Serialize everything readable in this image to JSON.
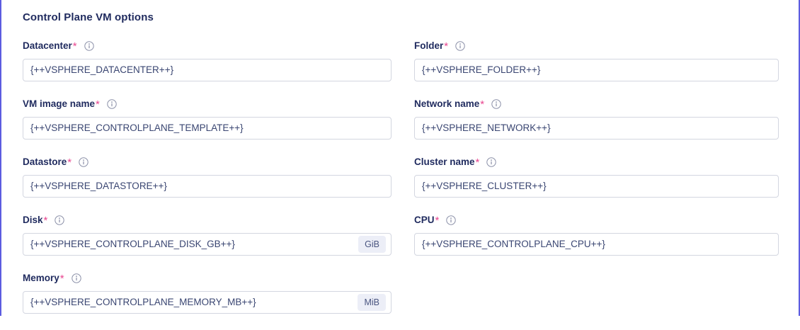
{
  "section": {
    "title": "Control Plane VM options",
    "accent_color": "#5c5ce0",
    "label_color": "#1f2a5e",
    "required_marker_color": "#e8468f",
    "input_border_color": "#d3d6e0",
    "input_text_color": "#3a4672",
    "unit_badge_bg": "#eceef7",
    "unit_badge_text_color": "#4a5580",
    "required_marker": "*"
  },
  "fields": [
    {
      "name": "datacenter",
      "label": "Datacenter",
      "required": true,
      "info_icon": "info-circle-icon",
      "value": "{++VSPHERE_DATACENTER++}",
      "unit": null,
      "column": "left",
      "row": 1
    },
    {
      "name": "folder",
      "label": "Folder",
      "required": true,
      "info_icon": "info-circle-icon",
      "value": "{++VSPHERE_FOLDER++}",
      "unit": null,
      "column": "right",
      "row": 1
    },
    {
      "name": "vm-image-name",
      "label": "VM image name",
      "required": true,
      "info_icon": "info-circle-icon",
      "value": "{++VSPHERE_CONTROLPLANE_TEMPLATE++}",
      "unit": null,
      "column": "left",
      "row": 2
    },
    {
      "name": "network-name",
      "label": "Network name",
      "required": true,
      "info_icon": "info-circle-icon",
      "value": "{++VSPHERE_NETWORK++}",
      "unit": null,
      "column": "right",
      "row": 2
    },
    {
      "name": "datastore",
      "label": "Datastore",
      "required": true,
      "info_icon": "info-circle-icon",
      "value": "{++VSPHERE_DATASTORE++}",
      "unit": null,
      "column": "left",
      "row": 3
    },
    {
      "name": "cluster-name",
      "label": "Cluster name",
      "required": true,
      "info_icon": "info-circle-icon",
      "value": "{++VSPHERE_CLUSTER++}",
      "unit": null,
      "column": "right",
      "row": 3
    },
    {
      "name": "disk",
      "label": "Disk",
      "required": true,
      "info_icon": "info-circle-icon",
      "value": "{++VSPHERE_CONTROLPLANE_DISK_GB++}",
      "unit": "GiB",
      "column": "left",
      "row": 4
    },
    {
      "name": "cpu",
      "label": "CPU",
      "required": true,
      "info_icon": "info-circle-icon",
      "value": "{++VSPHERE_CONTROLPLANE_CPU++}",
      "unit": null,
      "column": "right",
      "row": 4
    },
    {
      "name": "memory",
      "label": "Memory",
      "required": true,
      "info_icon": "info-circle-icon",
      "value": "{++VSPHERE_CONTROLPLANE_MEMORY_MB++}",
      "unit": "MiB",
      "column": "left",
      "row": 5
    }
  ]
}
